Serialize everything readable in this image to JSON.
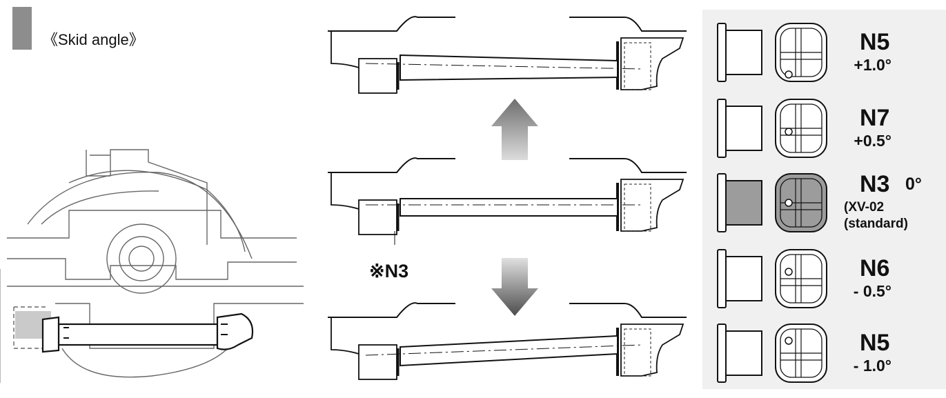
{
  "header": {
    "title": "《Skid angle》"
  },
  "callout": {
    "label": "※N3"
  },
  "shims": [
    {
      "code": "N5",
      "angle": "+1.0°"
    },
    {
      "code": "N7",
      "angle": "+0.5°"
    },
    {
      "code": "N3",
      "angle": "0°",
      "note1": "(XV-02",
      "note2": "(standard)",
      "highlighted": true
    },
    {
      "code": "N6",
      "angle": "- 0.5°"
    },
    {
      "code": "N5",
      "angle": "- 1.0°"
    }
  ],
  "colors": {
    "highlight": "#9c9c9c",
    "arrow": "#5a5a5a",
    "panel": "#f0f0f0"
  }
}
